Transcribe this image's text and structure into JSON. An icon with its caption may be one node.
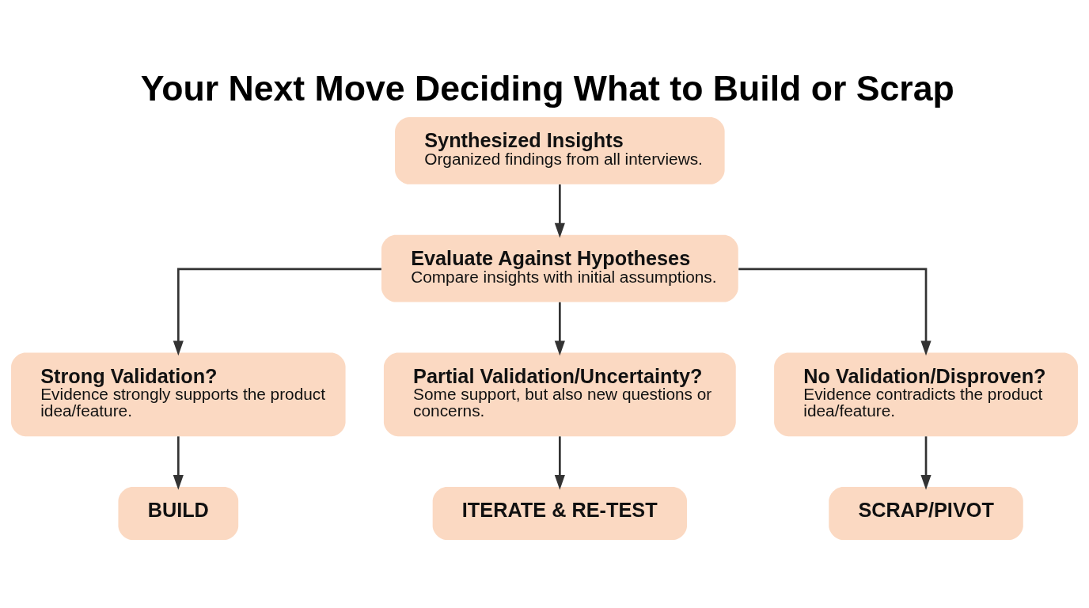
{
  "diagram": {
    "title": "Your Next Move Deciding What to Build or Scrap",
    "nodes": [
      {
        "text": [
          "Synthesized Insights",
          "Organized findings from all interviews."
        ]
      },
      {
        "text": [
          "Evaluate Against Hypotheses",
          "Compare insights with initial assumptions."
        ]
      },
      {
        "text": [
          "Strong Validation?",
          "Evidence strongly supports the product idea/feature."
        ]
      },
      {
        "text": [
          "Partial Validation/Uncertainty?",
          "Some support, but also new questions or concerns."
        ]
      },
      {
        "text": [
          "No Validation/Disproven?",
          "Evidence contradicts the product idea/feature."
        ]
      },
      {
        "text": [
          "BUILD"
        ]
      },
      {
        "text": [
          "ITERATE & RE-TEST"
        ]
      },
      {
        "text": [
          "SCRAP/PIVOT"
        ]
      }
    ],
    "edges": [
      {
        "from": 0,
        "to": 1,
        "arrow": "to"
      },
      {
        "from": 1,
        "to": 2,
        "arrow": "to"
      },
      {
        "from": 1,
        "to": 3,
        "arrow": "to"
      },
      {
        "from": 1,
        "to": 4,
        "arrow": "to"
      },
      {
        "from": 2,
        "to": 5,
        "arrow": "to"
      },
      {
        "from": 3,
        "to": 6,
        "arrow": "to"
      },
      {
        "from": 4,
        "to": 7,
        "arrow": "to"
      }
    ]
  }
}
